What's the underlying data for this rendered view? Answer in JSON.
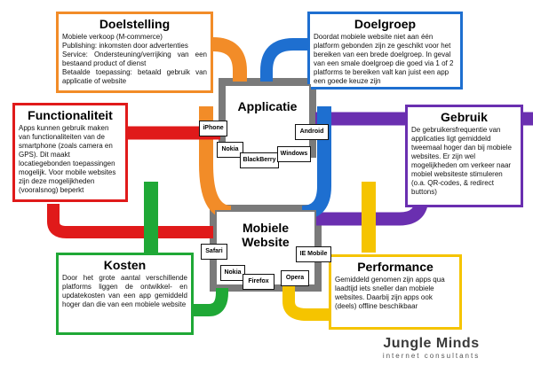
{
  "colors": {
    "orange": "#F28C28",
    "blue": "#1E6FD0",
    "red": "#E01A1A",
    "purple": "#6A2FB0",
    "green": "#1FA836",
    "yellow": "#F5C400",
    "gray": "#7A7A7A"
  },
  "cards": {
    "doelstelling": {
      "title": "Doelstelling",
      "lines": [
        "Mobiele verkoop (M-commerce)",
        "Publishing: inkomsten door advertenties",
        "Service: Ondersteuning/verrijking van een bestaand product of dienst",
        "Betaalde toepassing: betaald gebruik van applicatie of website"
      ]
    },
    "doelgroep": {
      "title": "Doelgroep",
      "text": "Doordat mobiele website niet aan één platform gebonden zijn ze geschikt voor het bereiken van een brede doelgroep. In geval van een smale doelgroep die goed via 1 of 2 platforms te bereiken valt kan juist een app een goede keuze zijn"
    },
    "functionaliteit": {
      "title": "Functionaliteit",
      "text": "Apps kunnen gebruik maken van functionaliteiten van de smartphone (zoals camera en GPS). Dit maakt locatiegebonden toepassingen mogelijk. Voor mobile websites zijn deze mogelijkheden (vooralsnog) beperkt"
    },
    "gebruik": {
      "title": "Gebruik",
      "text": "De gebruikersfrequentie van applicaties ligt gemiddeld tweemaal hoger dan bij mobiele websites. Er zijn wel mogelijkheden om verkeer naar mobiel websiteste stimuleren (o.a. QR-codes, & redirect buttons)"
    },
    "kosten": {
      "title": "Kosten",
      "text": "Door het grote aantal verschillende platforms liggen de ontwikkel- en updatekosten van een app gemiddeld hoger dan die van een mobiele website"
    },
    "performance": {
      "title": "Performance",
      "text": "Gemiddeld genomen zijn apps qua laadtijd iets sneller dan mobiele websites. Daarbij zijn apps ook (deels) offline beschikbaar"
    }
  },
  "applicatie": {
    "title": "Applicatie",
    "platforms": [
      "iPhone",
      "Android",
      "Nokia",
      "BlackBerry",
      "Windows"
    ]
  },
  "mobiele_website": {
    "title_line1": "Mobiele",
    "title_line2": "Website",
    "browsers": [
      "Safari",
      "IE Mobile",
      "Nokia",
      "Opera",
      "Firefox"
    ]
  },
  "logo": {
    "main": "Jungle Minds",
    "sub": "internet consultants"
  }
}
